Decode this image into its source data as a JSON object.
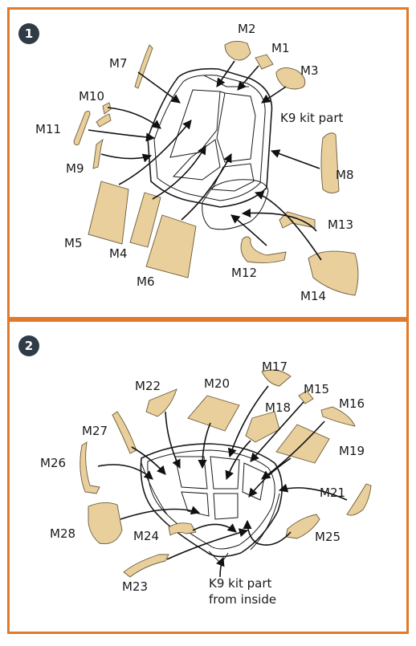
{
  "step1": {
    "badge": "1",
    "labels": {
      "m1": "M1",
      "m2": "M2",
      "m3": "M3",
      "m4": "M4",
      "m5": "M5",
      "m6": "M6",
      "m7": "M7",
      "m8": "M8",
      "m9": "M9",
      "m10": "M10",
      "m11": "M11",
      "m12": "M12",
      "m13": "M13",
      "m14": "M14"
    },
    "note": "K9 kit part"
  },
  "step2": {
    "badge": "2",
    "labels": {
      "m15": "M15",
      "m16": "M16",
      "m17": "M17",
      "m18": "M18",
      "m19": "M19",
      "m20": "M20",
      "m21": "M21",
      "m22": "M22",
      "m23": "M23",
      "m24": "M24",
      "m25": "M25",
      "m26": "M26",
      "m27": "M27",
      "m28": "M28"
    },
    "note_line1": "K9 kit part",
    "note_line2": "from inside"
  },
  "colors": {
    "border": "#e07a2c",
    "badge": "#2f3b46",
    "mask": "#e8cf9c",
    "line": "#111111"
  }
}
